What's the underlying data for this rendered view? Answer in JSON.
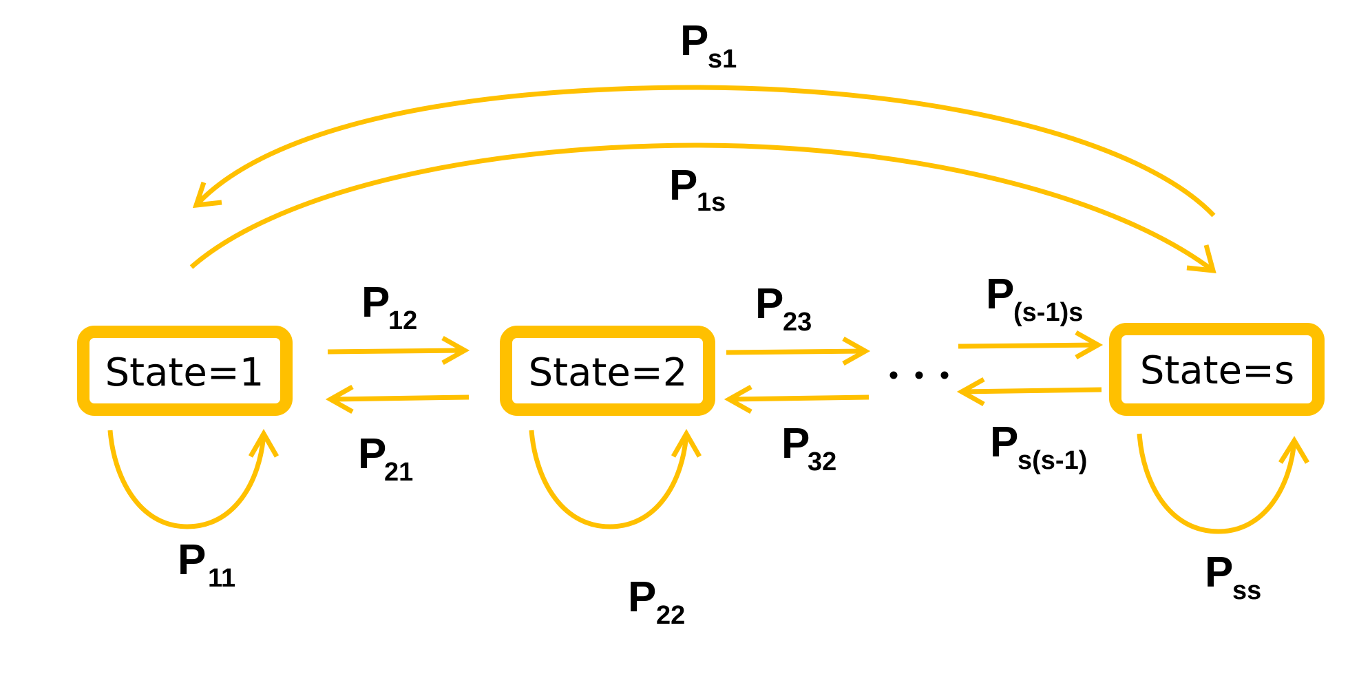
{
  "diagram": {
    "type": "state-transition",
    "colors": {
      "accent": "#FFC000",
      "text": "#000000",
      "background": "#ffffff"
    },
    "states": [
      {
        "id": "s1",
        "label": "State=1"
      },
      {
        "id": "s2",
        "label": "State=2"
      },
      {
        "id": "ss",
        "label": "State=s"
      }
    ],
    "ellipsis": "...",
    "transitions": [
      {
        "id": "p11",
        "main": "P",
        "sub": "11"
      },
      {
        "id": "p12",
        "main": "P",
        "sub": "12"
      },
      {
        "id": "p21",
        "main": "P",
        "sub": "21"
      },
      {
        "id": "p22",
        "main": "P",
        "sub": "22"
      },
      {
        "id": "p23",
        "main": "P",
        "sub": "23"
      },
      {
        "id": "p32",
        "main": "P",
        "sub": "32"
      },
      {
        "id": "p_s1_s",
        "main": "P",
        "sub": "(s-1)s"
      },
      {
        "id": "p_s_s1",
        "main": "P",
        "sub": "s(s-1)"
      },
      {
        "id": "pss",
        "main": "P",
        "sub": "ss"
      },
      {
        "id": "p1s",
        "main": "P",
        "sub": "1s"
      },
      {
        "id": "ps1",
        "main": "P",
        "sub": "s1"
      }
    ]
  }
}
